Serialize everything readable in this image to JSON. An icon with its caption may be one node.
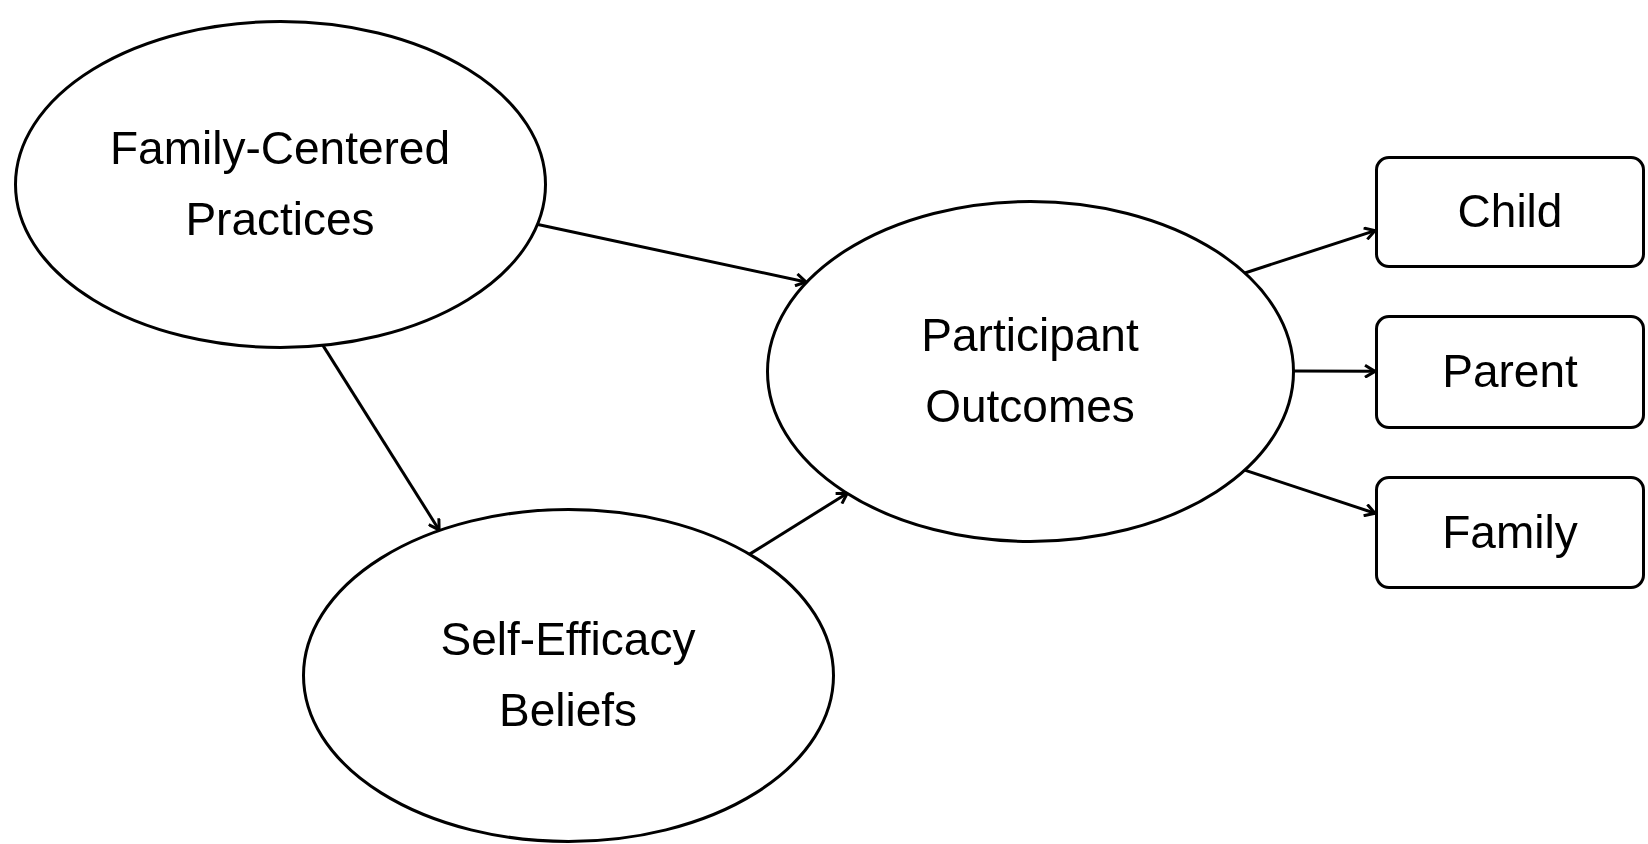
{
  "diagram": {
    "nodes": [
      {
        "text": [
          "Family-Centered Practices"
        ]
      },
      {
        "text": [
          "Participant Outcomes"
        ]
      },
      {
        "text": [
          "Self-Efficacy Beliefs"
        ]
      },
      {
        "text": [
          "Child"
        ]
      },
      {
        "text": [
          "Parent"
        ]
      },
      {
        "text": [
          "Family"
        ]
      }
    ],
    "edges": [
      {
        "from": 0,
        "to": 1,
        "arrow": "to"
      },
      {
        "from": 0,
        "to": 2,
        "arrow": "to"
      },
      {
        "from": 2,
        "to": 1,
        "arrow": "to"
      },
      {
        "from": 1,
        "to": 3,
        "arrow": "to"
      },
      {
        "from": 1,
        "to": 4,
        "arrow": "to"
      },
      {
        "from": 1,
        "to": 5,
        "arrow": "to"
      }
    ]
  }
}
